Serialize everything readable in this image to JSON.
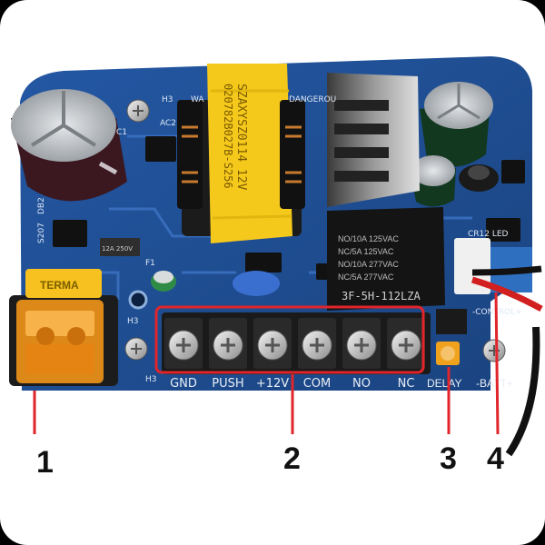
{
  "transformer": {
    "line1": "SZAXYSZ0114 12V",
    "line2": "020782B027B-S256"
  },
  "relay": {
    "rows": [
      "NO/10A 125VAC",
      "NC/5A 125VAC",
      "NO/10A 277VAC",
      "NC/5A 277VAC"
    ],
    "model": "3F-5H-112LZA"
  },
  "board_silk": {
    "warning": "WA",
    "danger": "DANGEROU",
    "h3": "H3",
    "h3b": "H3",
    "h3c": "H3",
    "s207": "S207",
    "db2": "DB2",
    "f1": "F1",
    "ac2": "AC2",
    "c1": "C1",
    "cr12": "CR12 LED",
    "contr": "-CONTROL+",
    "fuse_label": "12A 250V"
  },
  "fuse_block": {
    "label": "TERMA"
  },
  "terminals": [
    "GND",
    "PUSH",
    "+12V",
    "COM",
    "NO",
    "NC"
  ],
  "delay_label": "DELAY",
  "batt_label": "-BATT+",
  "callouts": [
    "1",
    "2",
    "3",
    "4"
  ],
  "colors": {
    "pcb": "#1f4f96",
    "callout_red": "#e0252b",
    "transformer": "#f5c91c",
    "fuse_yellow": "#f7c21f",
    "fuse_orange": "#f2961a"
  }
}
